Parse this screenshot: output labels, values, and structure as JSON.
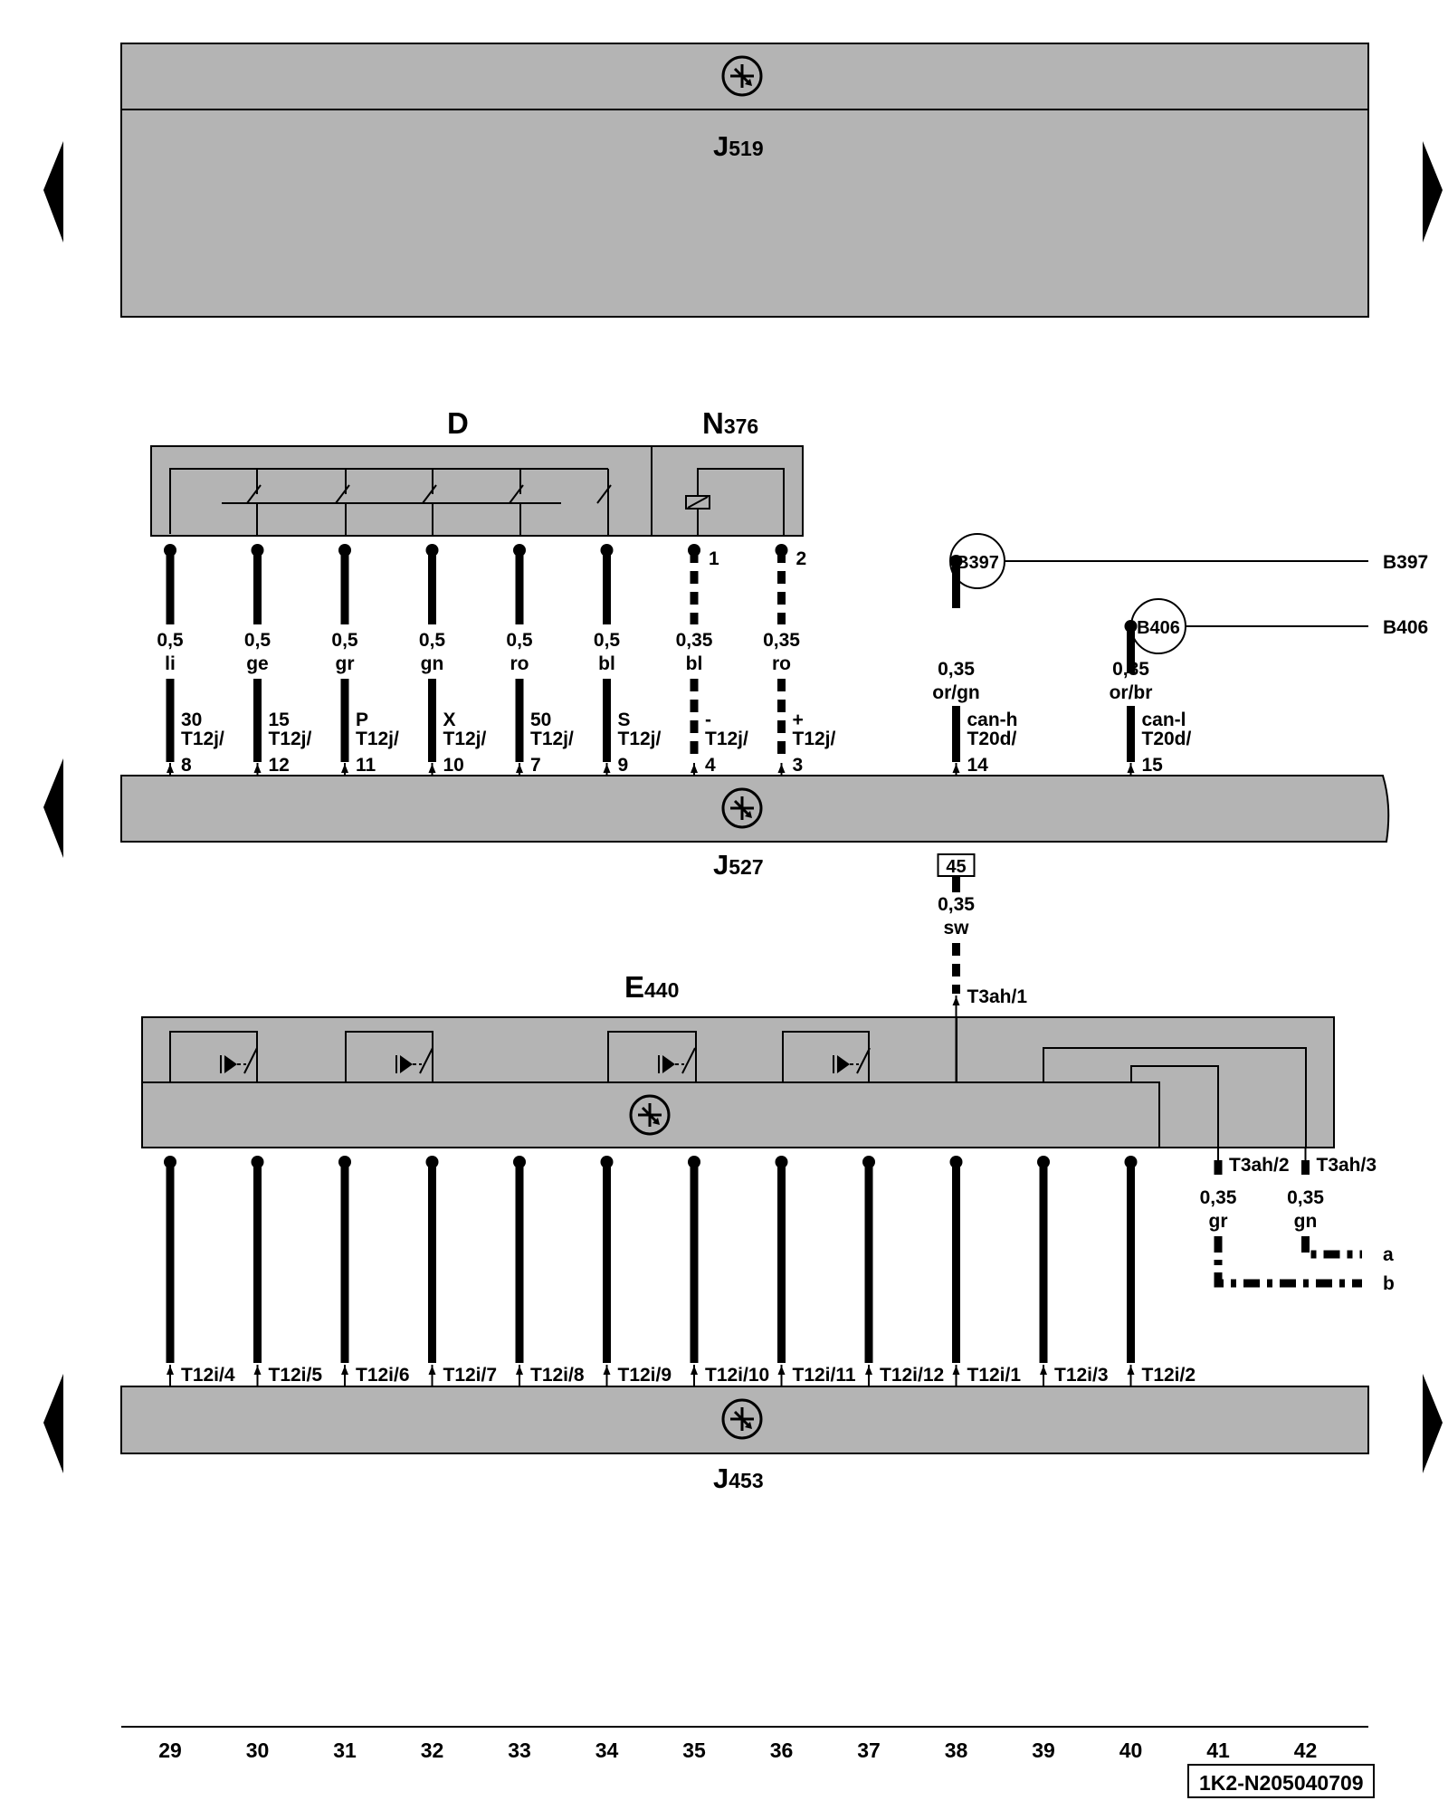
{
  "units": {
    "J519": {
      "main": "J",
      "sub": "519"
    },
    "J527": {
      "main": "J",
      "sub": "527"
    },
    "J453": {
      "main": "J",
      "sub": "453"
    },
    "D": {
      "main": "D",
      "sub": ""
    },
    "N376": {
      "main": "N",
      "sub": "376"
    },
    "E440": {
      "main": "E",
      "sub": "440"
    }
  },
  "top_wires": [
    {
      "col": 29,
      "size": "0,5",
      "color": "li",
      "term": "30",
      "conn": "T12j/",
      "pin": "8",
      "dashed": false
    },
    {
      "col": 30,
      "size": "0,5",
      "color": "ge",
      "term": "15",
      "conn": "T12j/",
      "pin": "12",
      "dashed": false
    },
    {
      "col": 31,
      "size": "0,5",
      "color": "gr",
      "term": "P",
      "conn": "T12j/",
      "pin": "11",
      "dashed": false
    },
    {
      "col": 32,
      "size": "0,5",
      "color": "gn",
      "term": "X",
      "conn": "T12j/",
      "pin": "10",
      "dashed": false
    },
    {
      "col": 33,
      "size": "0,5",
      "color": "ro",
      "term": "50",
      "conn": "T12j/",
      "pin": "7",
      "dashed": false
    },
    {
      "col": 34,
      "size": "0,5",
      "color": "bl",
      "term": "S",
      "conn": "T12j/",
      "pin": "9",
      "dashed": false
    },
    {
      "col": 35,
      "size": "0,35",
      "color": "bl",
      "term": "-",
      "conn": "T12j/",
      "pin": "4",
      "dashed": true,
      "npin": "1"
    },
    {
      "col": 36,
      "size": "0,35",
      "color": "ro",
      "term": "+",
      "conn": "T12j/",
      "pin": "3",
      "dashed": true,
      "npin": "2"
    }
  ],
  "can_wires": [
    {
      "col": 38,
      "size": "0,35",
      "color": "or/gn",
      "term": "can-h",
      "conn": "T20d/",
      "pin": "14",
      "ref": "B397"
    },
    {
      "col": 40,
      "size": "0,35",
      "color": "or/br",
      "term": "can-l",
      "conn": "T20d/",
      "pin": "15",
      "ref": "B406"
    }
  ],
  "ground_wire": {
    "box": "45",
    "size": "0,35",
    "color": "sw",
    "conn": "T3ah/1"
  },
  "bottom_wires": [
    {
      "col": 29,
      "label": "T12i/4"
    },
    {
      "col": 30,
      "label": "T12i/5"
    },
    {
      "col": 31,
      "label": "T12i/6"
    },
    {
      "col": 32,
      "label": "T12i/7"
    },
    {
      "col": 33,
      "label": "T12i/8"
    },
    {
      "col": 34,
      "label": "T12i/9"
    },
    {
      "col": 35,
      "label": "T12i/10"
    },
    {
      "col": 36,
      "label": "T12i/11"
    },
    {
      "col": 37,
      "label": "T12i/12"
    },
    {
      "col": 38,
      "label": "T12i/1"
    },
    {
      "col": 39,
      "label": "T12i/3"
    },
    {
      "col": 40,
      "label": "T12i/2"
    }
  ],
  "side_wires": [
    {
      "col": 41,
      "conn": "T3ah/2",
      "size": "0,35",
      "color": "gr"
    },
    {
      "col": 42,
      "conn": "T3ah/3",
      "size": "0,35",
      "color": "gn"
    }
  ],
  "exits": {
    "a": "a",
    "b": "b"
  },
  "column_numbers": [
    "29",
    "30",
    "31",
    "32",
    "33",
    "34",
    "35",
    "36",
    "37",
    "38",
    "39",
    "40",
    "41",
    "42"
  ],
  "doc_code": "1K2-N205040709"
}
